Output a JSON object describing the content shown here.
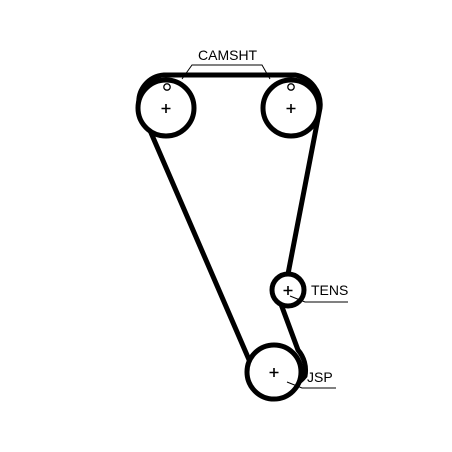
{
  "diagram": {
    "labels": {
      "camshaft": "CAMSHT",
      "tensioner": "TENS",
      "crankshaft": "JSP"
    },
    "colors": {
      "stroke": "#000000",
      "background": "#ffffff"
    }
  }
}
